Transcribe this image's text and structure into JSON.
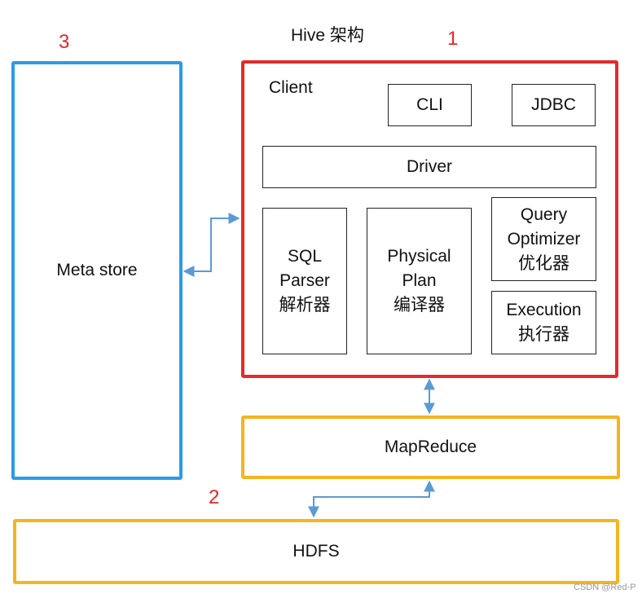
{
  "title": "Hive 架构",
  "numbers": {
    "client": "1",
    "hdfs": "2",
    "metastore": "3"
  },
  "metastore": {
    "label": "Meta store"
  },
  "client": {
    "label": "Client",
    "cli": "CLI",
    "jdbc": "JDBC",
    "driver": "Driver",
    "sql_parser": {
      "line1": "SQL",
      "line2": "Parser",
      "line3": "解析器"
    },
    "physical_plan": {
      "line1": "Physical",
      "line2": "Plan",
      "line3": "编译器"
    },
    "query_optimizer": {
      "line1": "Query",
      "line2": "Optimizer",
      "line3": "优化器"
    },
    "execution": {
      "line1": "Execution",
      "line2": "执行器"
    }
  },
  "mapreduce": {
    "label": "MapReduce"
  },
  "hdfs": {
    "label": "HDFS"
  },
  "watermark": "CSDN @Red-P",
  "colors": {
    "client_border": "#e52a2a",
    "metastore_border": "#2b9be3",
    "yarn_border": "#f3b520",
    "arrow": "#5b9bd5"
  }
}
